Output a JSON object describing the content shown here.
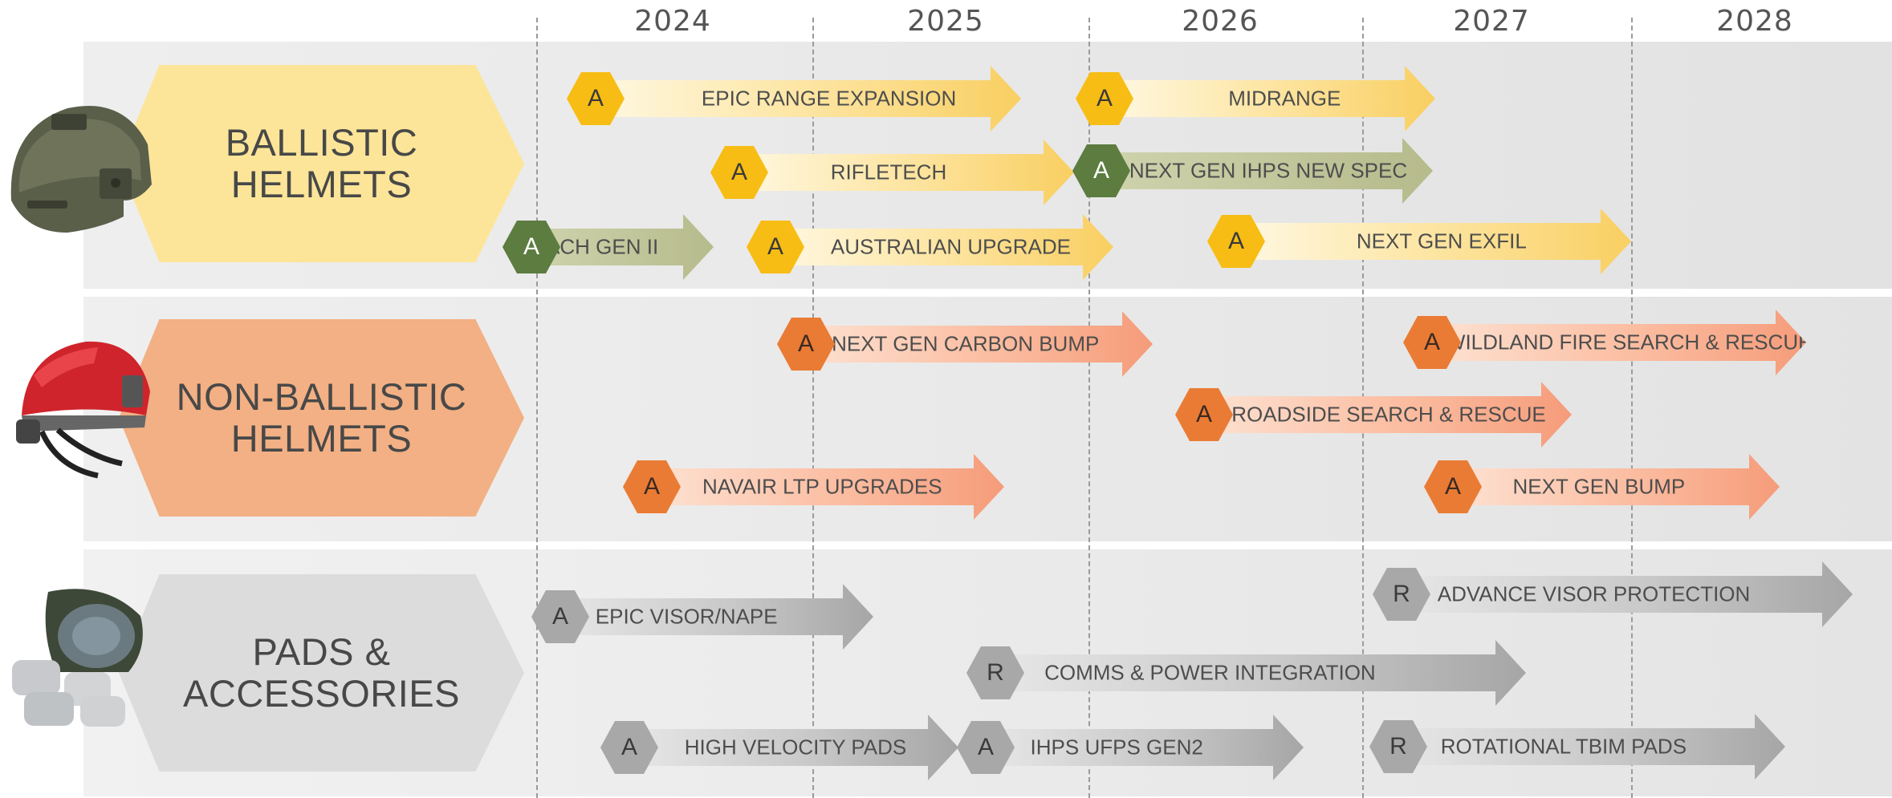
{
  "years": [
    "2024",
    "2025",
    "2026",
    "2027",
    "2028"
  ],
  "categories": [
    {
      "lines": [
        "BALLISTIC",
        "HELMETS"
      ],
      "helmet": "ballistic-helmet-image",
      "color": "#fce598"
    },
    {
      "lines": [
        "NON-BALLISTIC",
        "HELMETS"
      ],
      "helmet": "non-ballistic-helmet-image",
      "color": "#f2b084"
    },
    {
      "lines": [
        "PADS &",
        "ACCESSORIES"
      ],
      "helmet": "pads-accessories-image",
      "color": "#dcdcdc"
    }
  ],
  "initiatives": [
    {
      "label": "EPIC RANGE EXPANSION",
      "badge": "A"
    },
    {
      "label": "MIDRANGE",
      "badge": "A"
    },
    {
      "label": "RIFLETECH",
      "badge": "A"
    },
    {
      "label": "NEXT GEN IHPS NEW SPEC",
      "badge": "A"
    },
    {
      "label": "ACH GEN II",
      "badge": "A"
    },
    {
      "label": "AUSTRALIAN  UPGRADE",
      "badge": "A"
    },
    {
      "label": "NEXT GEN EXFIL",
      "badge": "A"
    },
    {
      "label": "NEXT GEN CARBON BUMP",
      "badge": "A"
    },
    {
      "label": "WILDLAND FIRE SEARCH & RESCUE",
      "badge": "A"
    },
    {
      "label": "ROADSIDE SEARCH & RESCUE",
      "badge": "A"
    },
    {
      "label": "NAVAIR LTP UPGRADES",
      "badge": "A"
    },
    {
      "label": "NEXT GEN BUMP",
      "badge": "A"
    },
    {
      "label": "ADVANCE VISOR PROTECTION",
      "badge": "R"
    },
    {
      "label": "EPIC VISOR/NAPE",
      "badge": "A"
    },
    {
      "label": "COMMS & POWER INTEGRATION",
      "badge": "R"
    },
    {
      "label": "HIGH VELOCITY PADS",
      "badge": "A"
    },
    {
      "label": "IHPS UFPS GEN2",
      "badge": "A"
    },
    {
      "label": "ROTATIONAL TBIM PADS",
      "badge": "R"
    }
  ],
  "colors": {
    "ballistic": "#f7bd14",
    "generation": "#5c7c40",
    "non_ballistic": "#ea7b34",
    "accessories": "#a8a8a8"
  }
}
